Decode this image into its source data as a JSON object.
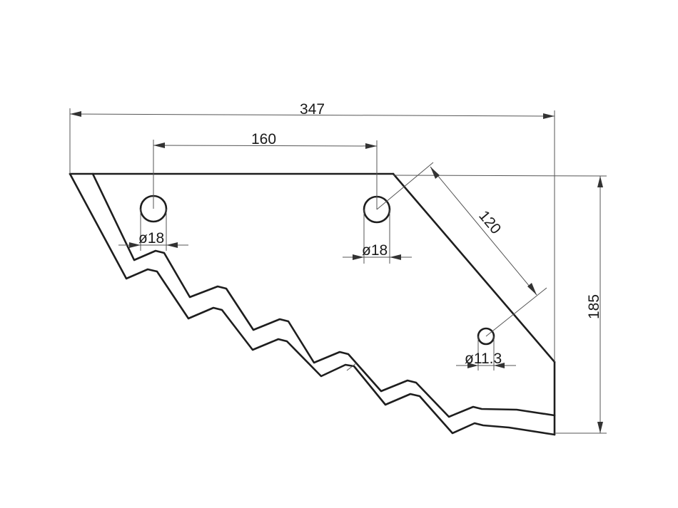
{
  "drawing": {
    "type": "technical-drawing",
    "subject": "serrated knife blade",
    "units": "mm",
    "colors": {
      "outline": "#1e1e1e",
      "dimension_line": "#555555"
    }
  },
  "dimensions": {
    "overall_width": "347",
    "hole_spacing": "160",
    "angled_edge_length": "120",
    "overall_height": "185",
    "hole_left_diameter": "ø18",
    "hole_middle_diameter": "ø18",
    "hole_small_diameter": "ø11.3"
  }
}
